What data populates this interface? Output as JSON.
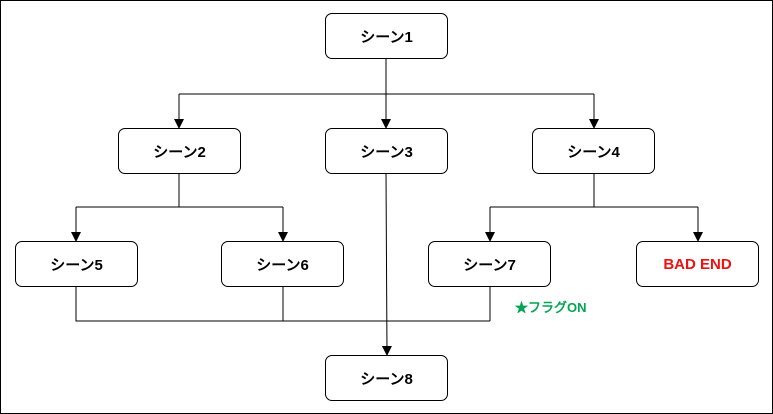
{
  "nodes": {
    "scene1": "シーン1",
    "scene2": "シーン2",
    "scene3": "シーン3",
    "scene4": "シーン4",
    "scene5": "シーン5",
    "scene6": "シーン6",
    "scene7": "シーン7",
    "bad_end": "BAD END",
    "scene8": "シーン8"
  },
  "annotations": {
    "flag_on": "★フラグON"
  },
  "colors": {
    "bad_end": "#ee1111",
    "flag_note": "#00a651",
    "stroke": "#000000"
  }
}
